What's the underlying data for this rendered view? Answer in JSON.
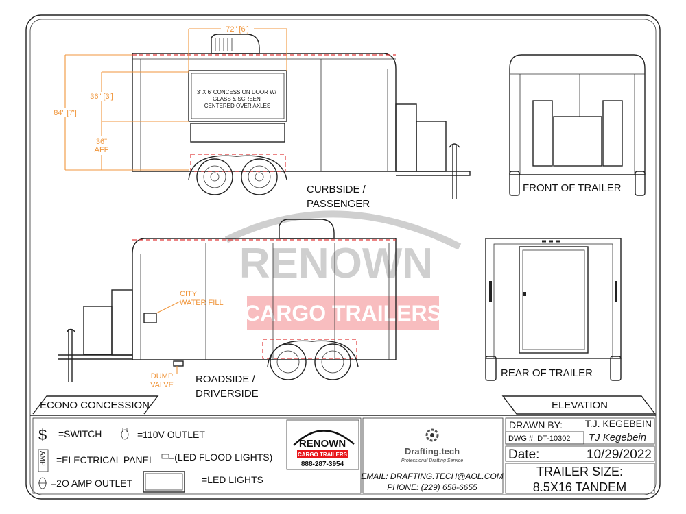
{
  "drawing": {
    "curbside_label": [
      "CURBSIDE /",
      "PASSENGER"
    ],
    "roadside_label": [
      "ROADSIDE /",
      "DRIVERSIDE"
    ],
    "front_label": "FRONT OF TRAILER",
    "rear_label": "REAR OF TRAILER",
    "door_note": [
      "3' X 6' CONCESSION DOOR W/",
      "GLASS & SCREEN",
      "CENTERED OVER AXLES"
    ],
    "dims": {
      "width": "72\" [6']",
      "height_total": "84\" [7']",
      "door_height": "36\" [3']",
      "aff": [
        "36\"",
        "AFF"
      ]
    },
    "city_water": [
      "CITY",
      "WATER FILL"
    ],
    "dump_valve": [
      "DUMP",
      "VALVE"
    ],
    "watermark": {
      "brand": "RENOWN",
      "sub": "CARGO TRAILERS"
    },
    "colors": {
      "dimension": "#f0963c",
      "hidden": "#e03a3a",
      "brand_red": "#e8161b"
    }
  },
  "tabs": {
    "left": "ECONO CONCESSION",
    "right": "ELEVATION"
  },
  "legend": {
    "switch_symbol": "$",
    "switch": "=SWITCH",
    "outlet_110": "=110V OUTLET",
    "amp_symbol": "AMP",
    "panel": "=ELECTRICAL PANEL",
    "flood": "=(LED FLOOD LIGHTS)",
    "outlet_20": "=2O AMP OUTLET",
    "led": "=LED LIGHTS"
  },
  "logo": {
    "brand": "RENOWN",
    "sub": "CARGO TRAILERS",
    "phone": "888-287-3954"
  },
  "drafting": {
    "name": "Drafting.tech",
    "tagline": "Professional Drafting Service",
    "email": "EMAIL: DRAFTING.TECH@AOL.COM",
    "phone": "PHONE: (229) 658-6655"
  },
  "titleblock": {
    "drawn_by_label": "DRAWN BY:",
    "drawn_by": "T.J. KEGEBEIN",
    "signature": "TJ Kegebein",
    "dwg": "DWG #: DT-10302",
    "date_label": "Date:",
    "date": "10/29/2022",
    "size_label": "TRAILER SIZE:",
    "size": "8.5X16 TANDEM"
  }
}
